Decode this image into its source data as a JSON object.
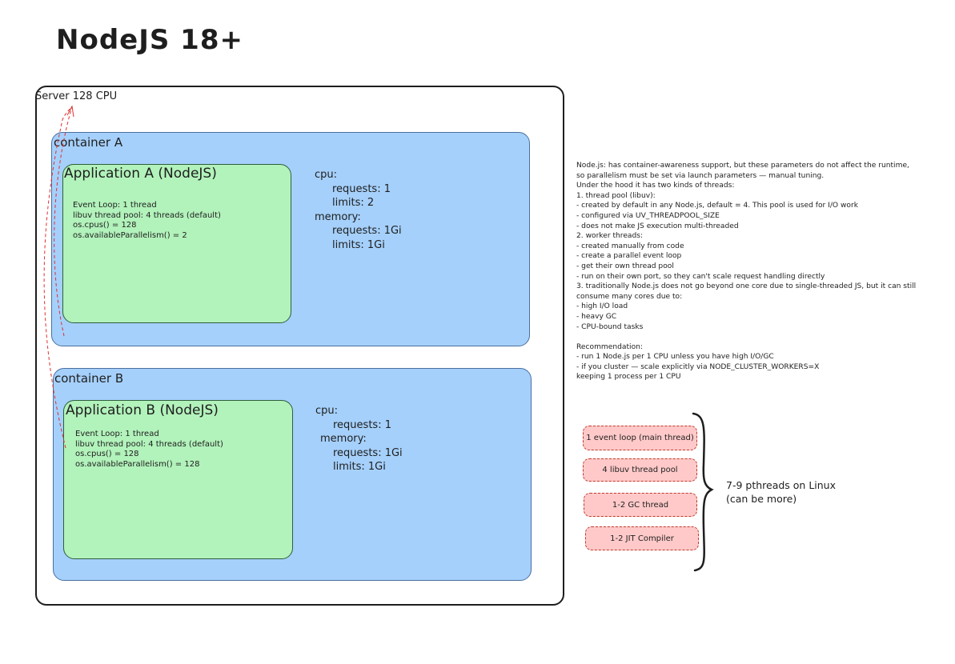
{
  "title": "NodeJS 18+",
  "server": {
    "label": "Server 128 CPU"
  },
  "containers": [
    {
      "label": "container A",
      "app": {
        "title": "Application A (NodeJS)",
        "lines": [
          "Event Loop: 1 thread",
          "libuv thread pool: 4 threads (default)",
          "os.cpus() = 128",
          "os.availableParallelism() = 2"
        ]
      },
      "resources": {
        "cpu_label": "cpu:",
        "cpu_requests": "requests: 1",
        "cpu_limits": "limits: 2",
        "memory_label": "memory:",
        "memory_requests": "requests: 1Gi",
        "memory_limits": "limits: 1Gi"
      }
    },
    {
      "label": "container B",
      "app": {
        "title": "Application B (NodeJS)",
        "lines": [
          "Event Loop: 1 thread",
          "libuv thread pool: 4 threads (default)",
          "os.cpus() = 128",
          "os.availableParallelism() = 128"
        ]
      },
      "resources": {
        "cpu_label": "cpu:",
        "cpu_requests": "requests: 1",
        "memory_label": "memory:",
        "memory_requests": "requests: 1Gi",
        "memory_limits": "limits: 1Gi"
      }
    }
  ],
  "notes": [
    "Node.js: has container-awareness support, but these parameters do not affect the runtime,",
    "so parallelism must be set via launch parameters — manual tuning.",
    "Under the hood it has two kinds of threads:",
    "1. thread pool (libuv):",
    "- created by default in any Node.js, default = 4. This pool is used for I/O work",
    "- configured via UV_THREADPOOL_SIZE",
    "- does not make JS execution multi-threaded",
    "2. worker threads:",
    "- created manually from code",
    "- create a parallel event loop",
    "- get their own thread pool",
    "- run on their own port, so they can't scale request handling directly",
    "3. traditionally Node.js does not go beyond one core due to single-threaded JS, but it can still",
    "consume many cores due to:",
    "- high I/O load",
    "- heavy GC",
    "- CPU-bound tasks",
    "",
    "Recommendation:",
    "- run 1 Node.js per 1 CPU unless you have high I/O/GC",
    "- if you cluster — scale explicitly via NODE_CLUSTER_WORKERS=X",
    "  keeping 1 process per 1 CPU"
  ],
  "threads": [
    "1 event loop (main thread)",
    "4 libuv thread pool",
    "1-2 GC thread",
    "1-2 JIT Compiler"
  ],
  "brace_label": {
    "line1": "7-9 pthreads on Linux",
    "line2": "(can be more)"
  }
}
